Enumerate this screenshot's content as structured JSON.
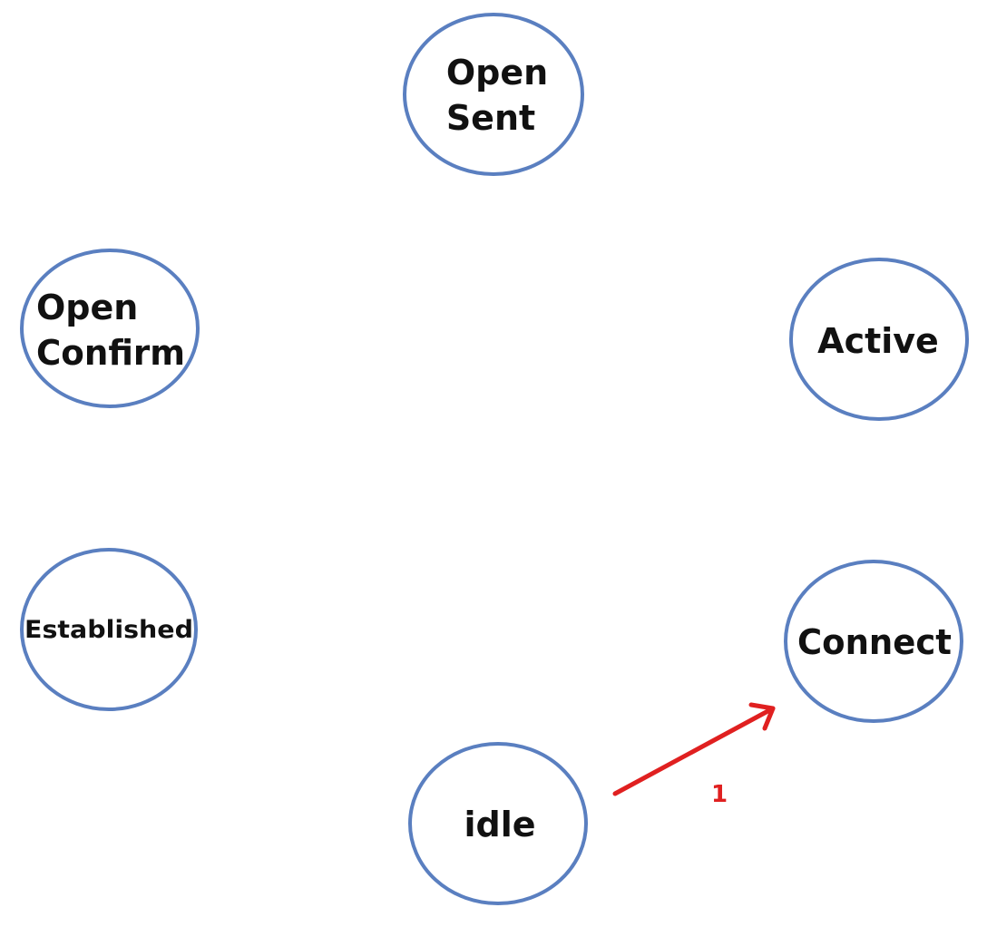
{
  "states": {
    "open_sent": {
      "lines": [
        "Open",
        "Sent"
      ]
    },
    "open_confirm": {
      "lines": [
        "Open",
        "Confirm"
      ]
    },
    "active": {
      "lines": [
        "Active"
      ]
    },
    "established": {
      "lines": [
        "Established"
      ]
    },
    "connect": {
      "lines": [
        "Connect"
      ]
    },
    "idle": {
      "lines": [
        "idle"
      ]
    }
  },
  "transitions": [
    {
      "from": "idle",
      "to": "connect",
      "label": "1"
    }
  ],
  "colors": {
    "state_border": "#5a7fc0",
    "transition": "#e02020",
    "text": "#111111"
  }
}
